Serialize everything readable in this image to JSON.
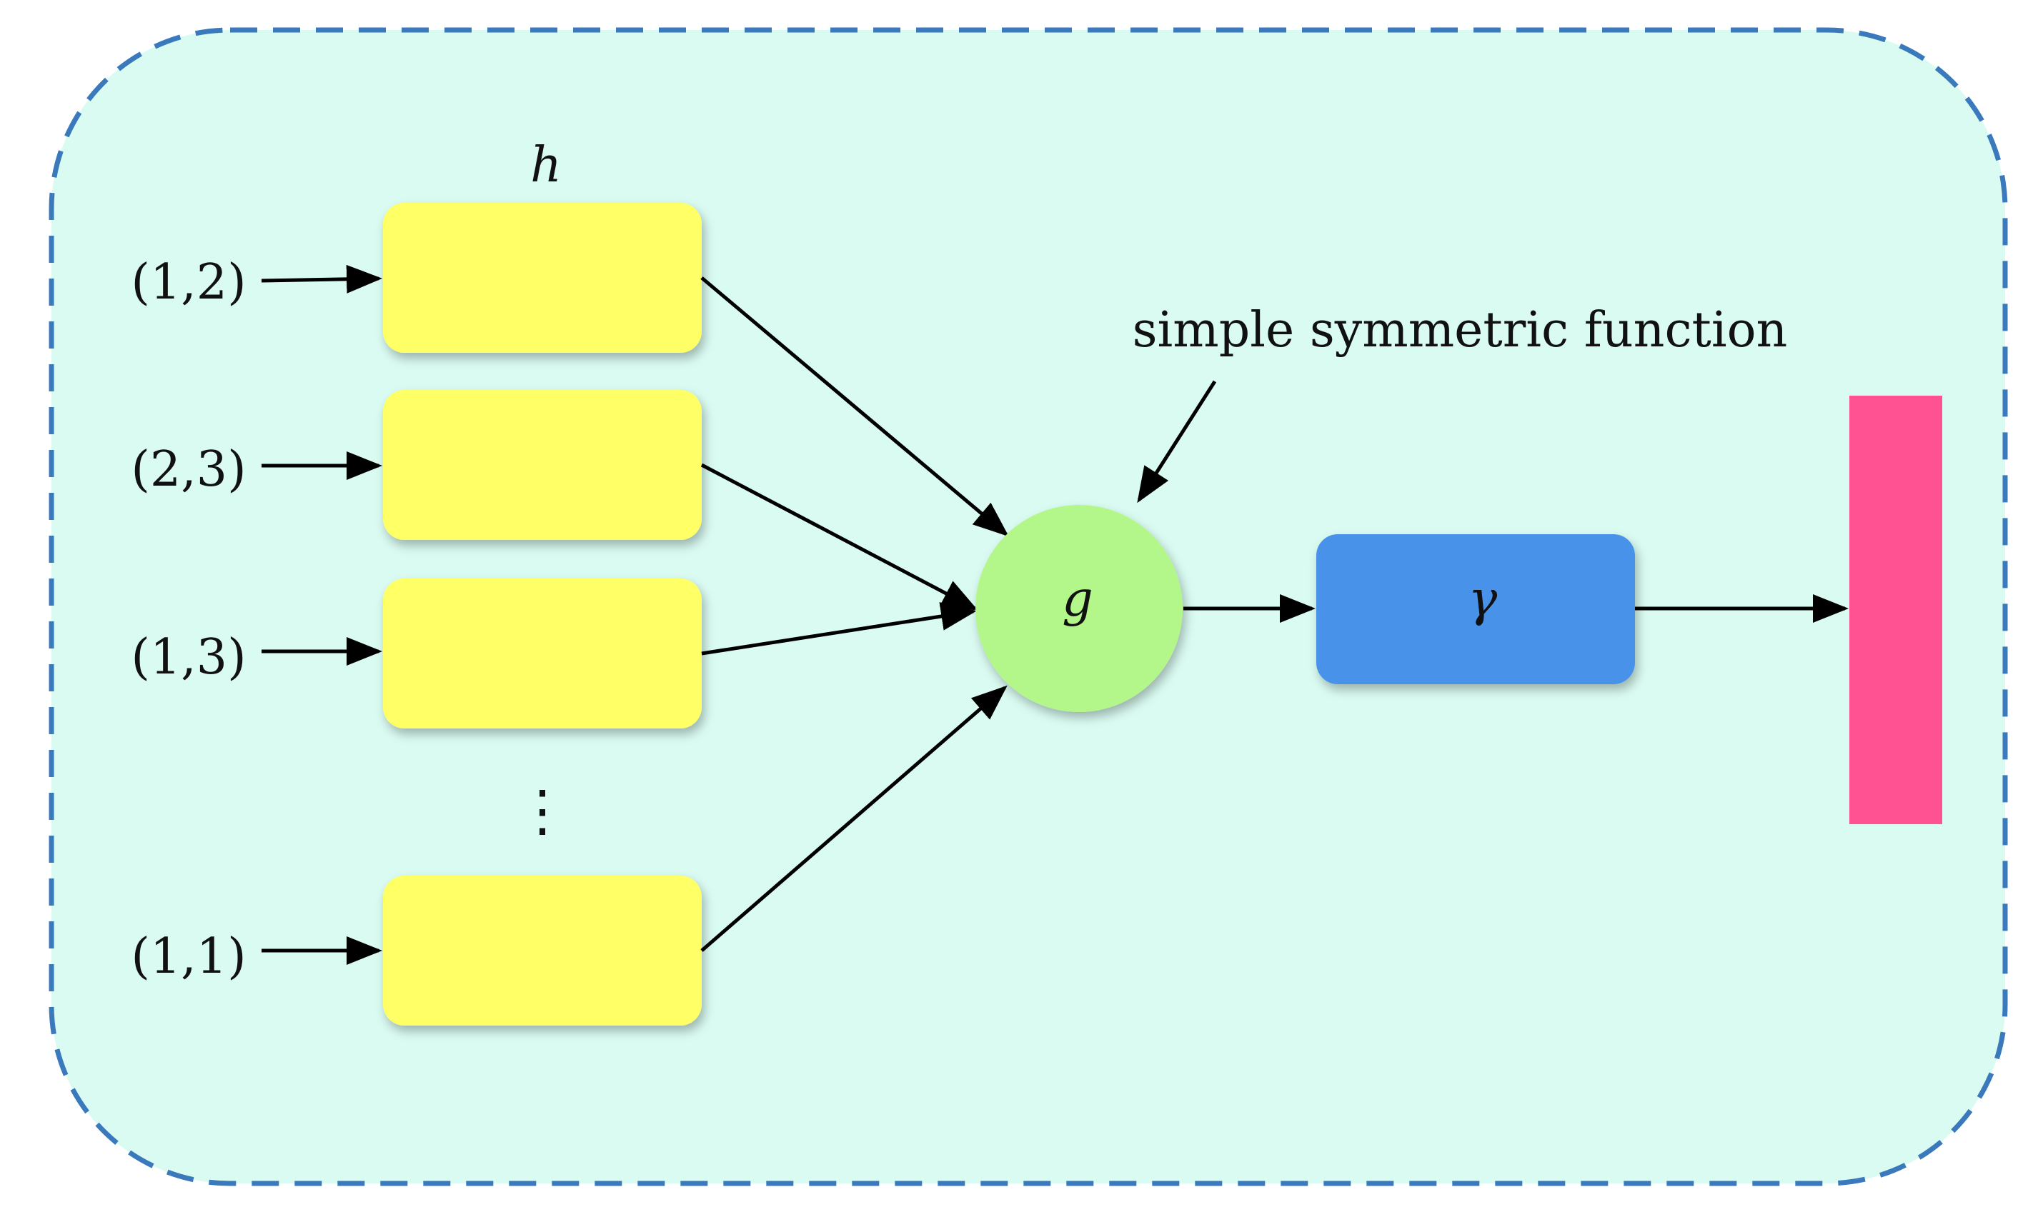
{
  "diagram": {
    "colors": {
      "panel_fill": "#d9fbf1",
      "panel_border": "#3b79bd",
      "h_block": "#ffff66",
      "g_node": "#b3f689",
      "gamma_block": "#4a92ea",
      "output_bar": "#ff5293",
      "arrow": "#000000"
    },
    "h_label": "h",
    "inputs": [
      {
        "label": "(1,2)"
      },
      {
        "label": "(2,3)"
      },
      {
        "label": "(1,3)"
      },
      {
        "label": "(1,1)"
      }
    ],
    "ellipsis": "⋮",
    "g_label": "g",
    "gamma_label": "γ",
    "annotation": "simple symmetric function"
  }
}
